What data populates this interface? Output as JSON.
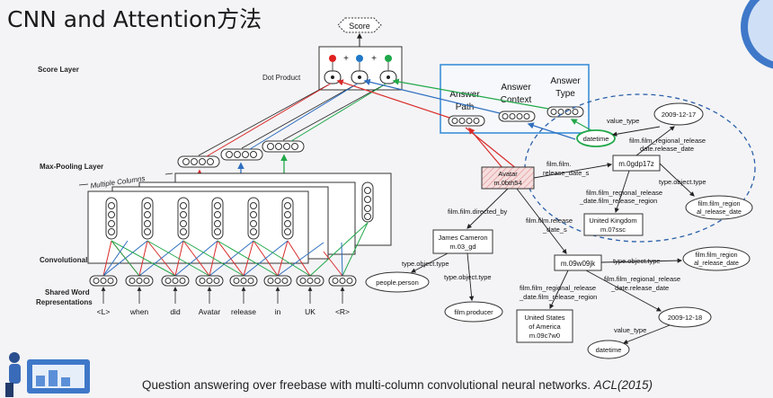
{
  "title": "CNN and Attention方法",
  "caption": {
    "text": "Question answering over freebase with multi-column convolutional neural networks. ",
    "venue": "ACL(2015)"
  },
  "layers": {
    "score": "Score Layer",
    "max_pooling": "Max-Pooling Layer",
    "convolutional": "Convolutional Layer",
    "shared_word_1": "Shared Word",
    "shared_word_2": "Representations"
  },
  "labels": {
    "score": "Score",
    "dot_product": "Dot Product",
    "multiple_columns": "Multiple Columns",
    "answer_path_1": "Answer",
    "answer_path_2": "Path",
    "answer_context_1": "Answer",
    "answer_context_2": "Context",
    "answer_type_1": "Answer",
    "answer_type_2": "Type",
    "plus": "+"
  },
  "words": [
    "<L>",
    "when",
    "did",
    "Avatar",
    "release",
    "in",
    "UK",
    "<R>"
  ],
  "graph": {
    "avatar": [
      "Avatar",
      "m.0bth54"
    ],
    "m0gdp17z": "m.0gdp17z",
    "uk": [
      "United Kingdom",
      "m.07ssc"
    ],
    "cameron": [
      "James Cameron",
      "m.03_gd"
    ],
    "m09w09jk": "m.09w09jk",
    "usa": [
      "United States",
      "of America",
      "m.09c7w0"
    ],
    "date1": "2009-12-17",
    "date2": "2009-12-18",
    "datetime1": "datetime",
    "datetime2": "datetime",
    "region1": [
      "film.film_region",
      "al_release_date"
    ],
    "region2": [
      "film.film_region",
      "al_release_date"
    ],
    "person": "people.person",
    "producer": "film.producer",
    "value_type1": "value_type",
    "value_type2": "value_type",
    "release_date_1": [
      "film.film.",
      "release_date_s"
    ],
    "release_date_2": [
      "film.film.release",
      "_date_s"
    ],
    "directed_by": "film.film.directed_by",
    "frr_date_1": [
      "film.film_regional_release",
      "date.release_date"
    ],
    "frr_region_1": [
      "film.film_regional_release",
      "_date.film_release_region"
    ],
    "frr_date_2": [
      "film.film_regional_release",
      "_date.release_date"
    ],
    "frr_region_2": [
      "film.film_regional_release",
      "_date.film_release_region"
    ],
    "type_object_type_1": "type.object.type",
    "type_object_type_2": "type.object.type",
    "type_object_type_3": "type.object.type",
    "type_object_type_4": "type.object.type"
  },
  "colors": {
    "red": "#d92b2b",
    "blue": "#2f6fbf",
    "green": "#22a84a",
    "answer_box": "#3b8fd9",
    "ellipse_dash": "#2a5fa8"
  }
}
